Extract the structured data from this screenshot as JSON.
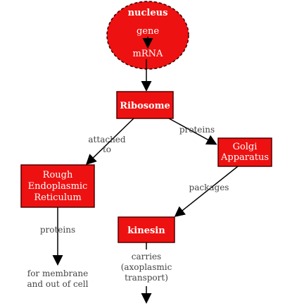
{
  "nodes": {
    "nucleus": {
      "title": "nucleus",
      "gene": "gene",
      "mrna": "mRNA"
    },
    "ribosome": "Ribosome",
    "golgi": [
      "Golgi",
      "Apparatus"
    ],
    "rough_er": [
      "Rough",
      "Endoplasmic",
      "Reticulum"
    ],
    "kinesin": "kinesin"
  },
  "edges": {
    "attached_to": [
      "attached",
      "to"
    ],
    "proteins_golgi": "proteins",
    "packages": "packages",
    "proteins_er": "proteins",
    "carries": [
      "carries",
      "(axoplasmic",
      "transport)"
    ]
  },
  "terminal": {
    "membrane": [
      "for membrane",
      "and out of cell"
    ]
  },
  "colors": {
    "node_fill": "#ee1111",
    "node_border": "#550000",
    "edge": "#000000"
  }
}
